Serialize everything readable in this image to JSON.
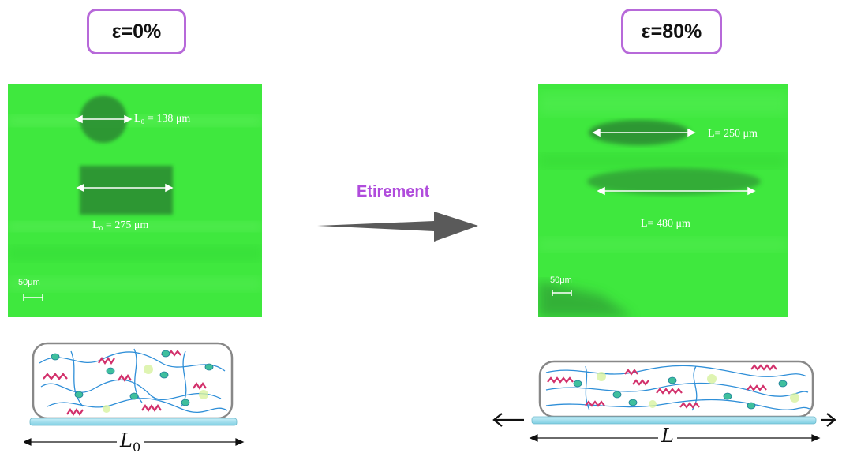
{
  "left_panel": {
    "strain_label": "ε=0%",
    "circle_length": "L₀ = 138 μm",
    "rect_length": "L₀ = 275 μm",
    "scale_bar": "50μm",
    "dimension_label": "L",
    "dimension_subscript": "0"
  },
  "right_panel": {
    "strain_label": "ε=80%",
    "circle_length": "L= 250 μm",
    "rect_length": "L= 480 μm",
    "scale_bar": "50μm",
    "dimension_label": "L"
  },
  "transition": {
    "label": "Etirement"
  },
  "colors": {
    "badge_border": "#b769d9",
    "arrow_text": "#b04cdc",
    "micro_green": "#3de83d",
    "helix": "#d2306b",
    "chain": "#2f8fd8",
    "base": "#9fdcec"
  }
}
